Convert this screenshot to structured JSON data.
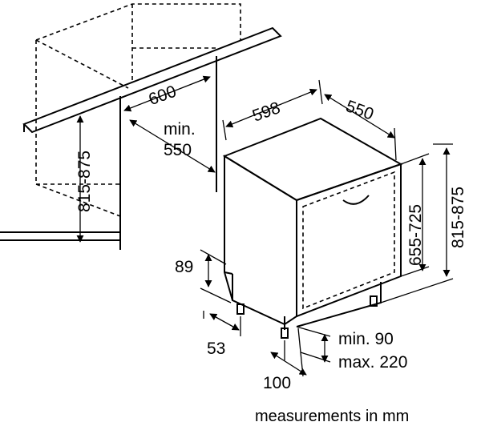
{
  "dimensions": {
    "niche_depth": "600",
    "niche_min_depth_line1": "min.",
    "niche_min_depth_line2": "550",
    "niche_height": "815-875",
    "appliance_width": "598",
    "appliance_depth": "550",
    "appliance_body_height": "655-725",
    "appliance_total_height": "815-875",
    "foot_height": "89",
    "foot_offset": "53",
    "plinth_min": "min. 90",
    "plinth_max": "max. 220",
    "plinth_depth": "100"
  },
  "caption": "measurements in mm"
}
